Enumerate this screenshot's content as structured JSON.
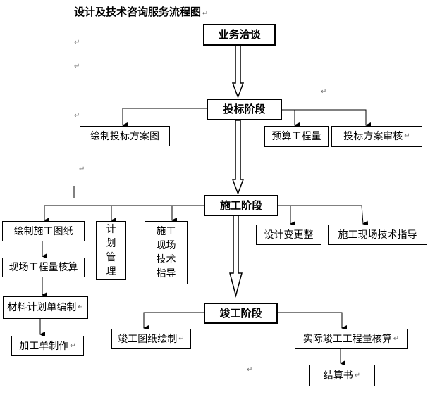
{
  "title": "设计及技术咨询服务流程图",
  "para_mark": "↵",
  "stages": {
    "negotiation": "业务洽谈",
    "bidding": "投标阶段",
    "construction": "施工阶段",
    "completion": "竣工阶段"
  },
  "bidding_children": {
    "draw_scheme": "绘制投标方案图",
    "budget_quantity": "预算工程量",
    "scheme_review": "投标方案审核"
  },
  "construction_children": {
    "draw_construction": "绘制施工图纸",
    "onsite_quantity": "现场工程量核算",
    "material_plan": "材料计划单编制",
    "processing_order": "加工单制作",
    "plan_management": [
      "计",
      "划",
      "管",
      "理"
    ],
    "onsite_guidance_vertical": [
      "施",
      "工",
      "现",
      "场",
      "技",
      "术",
      "指",
      "导"
    ],
    "design_change": "设计变更整",
    "onsite_guidance": "施工现场技术指导"
  },
  "completion_children": {
    "completion_drawing": "竣工图纸绘制",
    "actual_quantity": "实际竣工工程量核算",
    "settlement": "结算书"
  }
}
